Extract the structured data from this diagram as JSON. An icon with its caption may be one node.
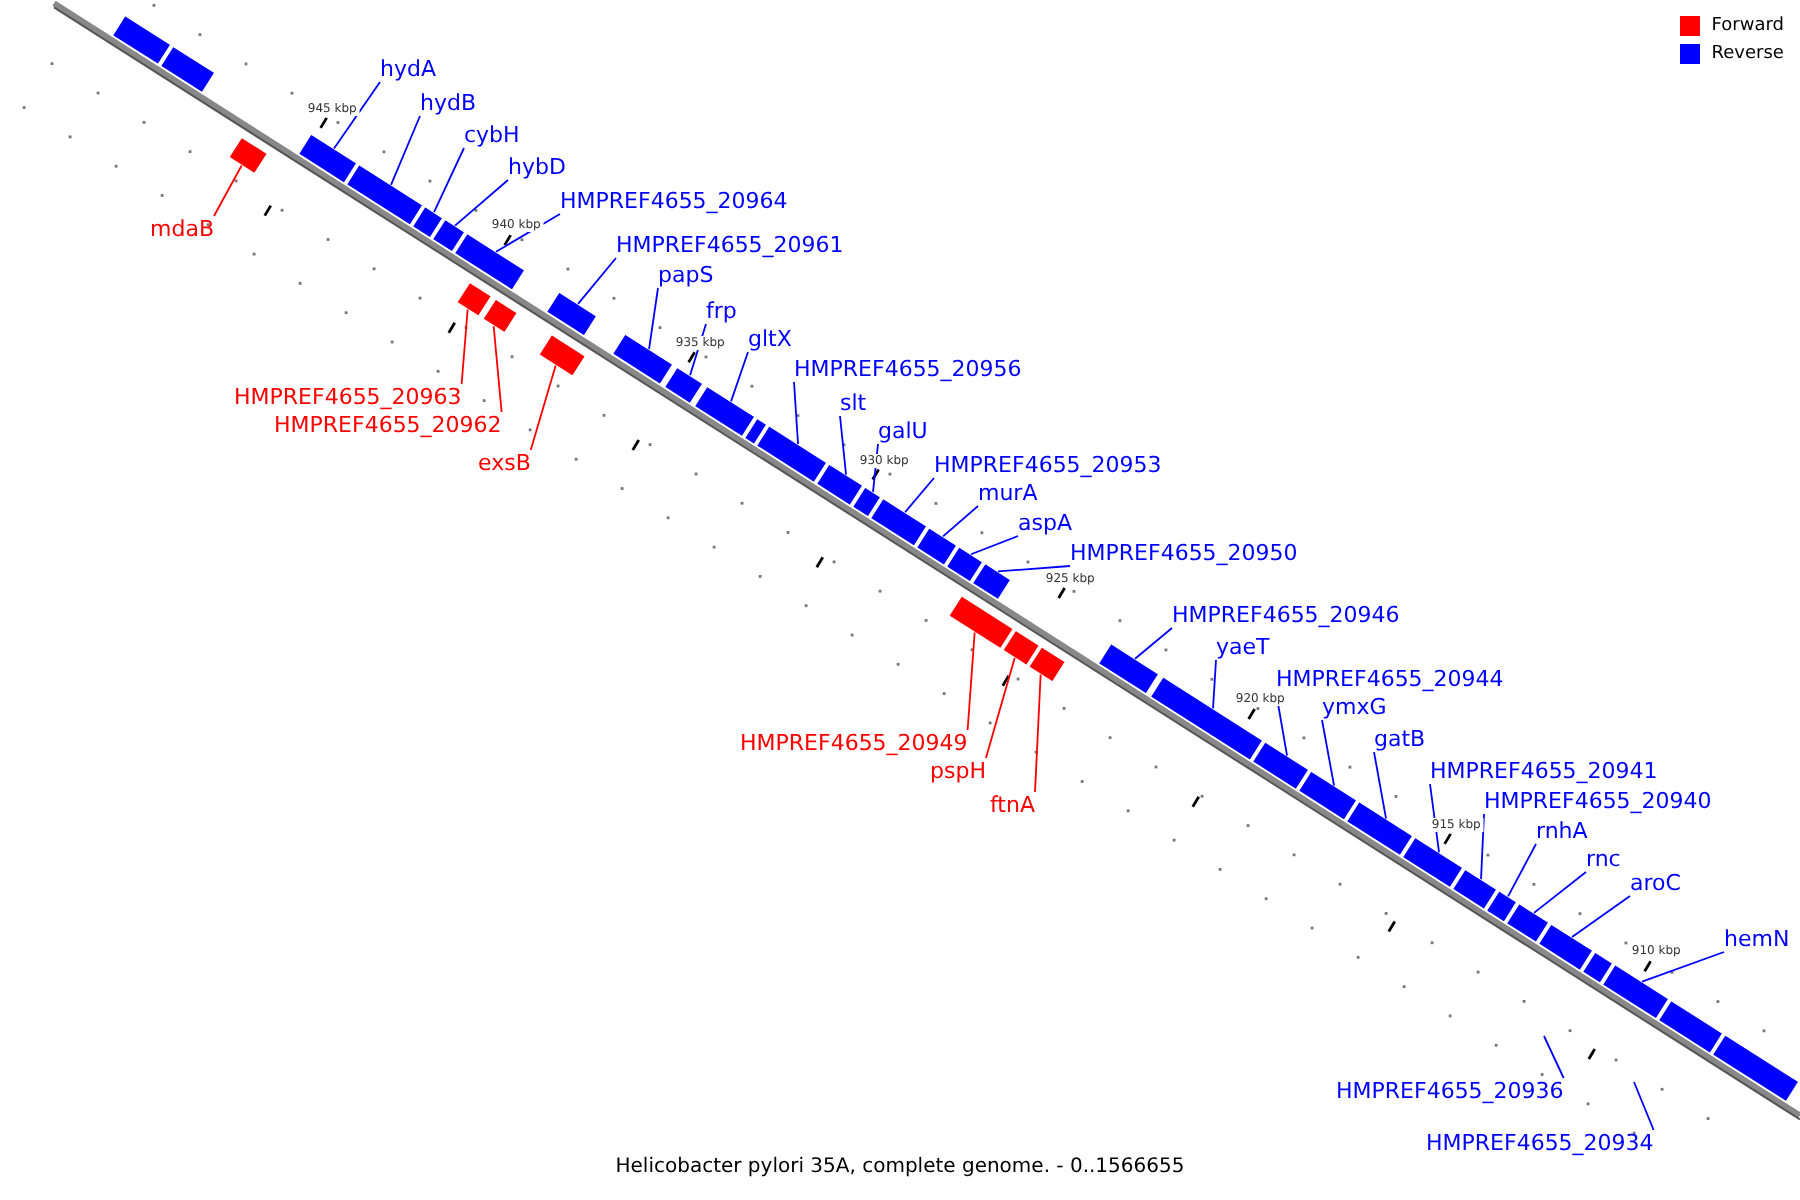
{
  "diagram": {
    "caption": "Helicobacter pylori 35A, complete genome. - 0..1566655",
    "nodes": [
      {
        "text": [],
        "shape": "bar"
      },
      {
        "text": [],
        "shape": "bar"
      },
      {
        "text": [
          "hydA"
        ]
      },
      {
        "text": [],
        "shape": "bar"
      },
      {
        "text": [
          "hydB"
        ]
      },
      {
        "text": [],
        "shape": "bar"
      },
      {
        "text": [
          "cybH"
        ]
      },
      {
        "text": [],
        "shape": "bar"
      },
      {
        "text": [
          "hybD"
        ]
      },
      {
        "text": [],
        "shape": "bar"
      },
      {
        "text": [
          "mdaB"
        ]
      },
      {
        "text": [],
        "shape": "bar"
      },
      {
        "text": [
          "HMPREF4655_20964"
        ]
      },
      {
        "text": [],
        "shape": "bar"
      },
      {
        "text": [
          "HMPREF4655_20961"
        ]
      },
      {
        "text": [],
        "shape": "bar"
      },
      {
        "text": [
          "papS"
        ]
      },
      {
        "text": [],
        "shape": "bar"
      },
      {
        "text": [
          "HMPREF4655_20963"
        ]
      },
      {
        "text": [],
        "shape": "bar"
      },
      {
        "text": [
          "HMPREF4655_20962"
        ]
      },
      {
        "text": [],
        "shape": "bar"
      },
      {
        "text": [
          "frp"
        ]
      },
      {
        "text": [],
        "shape": "bar"
      },
      {
        "text": [
          "exsB"
        ]
      },
      {
        "text": [],
        "shape": "bar"
      },
      {
        "text": [
          "gltX"
        ]
      },
      {
        "text": [],
        "shape": "bar"
      },
      {
        "text": [],
        "shape": "bar"
      },
      {
        "text": [
          "HMPREF4655_20956"
        ]
      },
      {
        "text": [],
        "shape": "bar"
      },
      {
        "text": [
          "slt"
        ]
      },
      {
        "text": [],
        "shape": "bar"
      },
      {
        "text": [
          "galU"
        ]
      },
      {
        "text": [],
        "shape": "bar"
      },
      {
        "text": [
          "HMPREF4655_20953"
        ]
      },
      {
        "text": [],
        "shape": "bar"
      },
      {
        "text": [
          "murA"
        ]
      },
      {
        "text": [],
        "shape": "bar"
      },
      {
        "text": [
          "aspA"
        ]
      },
      {
        "text": [],
        "shape": "bar"
      },
      {
        "text": [
          "HMPREF4655_20950"
        ]
      },
      {
        "text": [],
        "shape": "bar"
      },
      {
        "text": [
          "HMPREF4655_20946"
        ]
      },
      {
        "text": [],
        "shape": "bar"
      },
      {
        "text": [
          "yaeT"
        ]
      },
      {
        "text": [],
        "shape": "bar"
      },
      {
        "text": [
          "HMPREF4655_20949"
        ]
      },
      {
        "text": [],
        "shape": "bar"
      },
      {
        "text": [
          "pspH"
        ]
      },
      {
        "text": [],
        "shape": "bar"
      },
      {
        "text": [
          "ftnA"
        ]
      },
      {
        "text": [],
        "shape": "bar"
      },
      {
        "text": [
          "HMPREF4655_20944"
        ]
      },
      {
        "text": [],
        "shape": "bar"
      },
      {
        "text": [
          "ymxG"
        ]
      },
      {
        "text": [],
        "shape": "bar"
      },
      {
        "text": [
          "gatB"
        ]
      },
      {
        "text": [],
        "shape": "bar"
      },
      {
        "text": [
          "HMPREF4655_20941"
        ]
      },
      {
        "text": [],
        "shape": "bar"
      },
      {
        "text": [
          "HMPREF4655_20940"
        ]
      },
      {
        "text": [],
        "shape": "bar"
      },
      {
        "text": [
          "rnhA"
        ]
      },
      {
        "text": [],
        "shape": "bar"
      },
      {
        "text": [
          "rnc"
        ]
      },
      {
        "text": [],
        "shape": "bar"
      },
      {
        "text": [
          "aroC"
        ]
      },
      {
        "text": [],
        "shape": "bar"
      },
      {
        "text": [],
        "shape": "bar"
      },
      {
        "text": [
          "hemN"
        ]
      },
      {
        "text": [],
        "shape": "bar"
      },
      {
        "text": [],
        "shape": "bar"
      },
      {
        "text": [],
        "shape": "bar"
      },
      {
        "text": [
          "HMPREF4655_20936"
        ]
      },
      {
        "text": [
          "HMPREF4655_20934"
        ]
      }
    ],
    "edges": [
      {
        "from": 2,
        "to": 3,
        "arrow": "none"
      },
      {
        "from": 4,
        "to": 5,
        "arrow": "none"
      },
      {
        "from": 6,
        "to": 7,
        "arrow": "none"
      },
      {
        "from": 8,
        "to": 9,
        "arrow": "none"
      },
      {
        "from": 10,
        "to": 11,
        "arrow": "none",
        "color": "#ff0000"
      },
      {
        "from": 12,
        "to": 13,
        "arrow": "none"
      },
      {
        "from": 14,
        "to": 15,
        "arrow": "none"
      },
      {
        "from": 16,
        "to": 17,
        "arrow": "none"
      },
      {
        "from": 18,
        "to": 19,
        "arrow": "none",
        "color": "#ff0000"
      },
      {
        "from": 20,
        "to": 21,
        "arrow": "none",
        "color": "#ff0000"
      },
      {
        "from": 22,
        "to": 23,
        "arrow": "none"
      },
      {
        "from": 24,
        "to": 25,
        "arrow": "none",
        "color": "#ff0000"
      },
      {
        "from": 26,
        "to": 27,
        "arrow": "none"
      },
      {
        "from": 29,
        "to": 30,
        "arrow": "none"
      },
      {
        "from": 31,
        "to": 32,
        "arrow": "none"
      },
      {
        "from": 33,
        "to": 34,
        "arrow": "none"
      },
      {
        "from": 35,
        "to": 36,
        "arrow": "none"
      },
      {
        "from": 37,
        "to": 38,
        "arrow": "none"
      },
      {
        "from": 39,
        "to": 40,
        "arrow": "none"
      },
      {
        "from": 41,
        "to": 42,
        "arrow": "none"
      },
      {
        "from": 43,
        "to": 44,
        "arrow": "none"
      },
      {
        "from": 45,
        "to": 46,
        "arrow": "none"
      },
      {
        "from": 47,
        "to": 48,
        "arrow": "none",
        "color": "#ff0000"
      },
      {
        "from": 49,
        "to": 50,
        "arrow": "none",
        "color": "#ff0000"
      },
      {
        "from": 51,
        "to": 52,
        "arrow": "none",
        "color": "#ff0000"
      },
      {
        "from": 53,
        "to": 54,
        "arrow": "none"
      },
      {
        "from": 55,
        "to": 56,
        "arrow": "none"
      },
      {
        "from": 57,
        "to": 58,
        "arrow": "none"
      },
      {
        "from": 59,
        "to": 60,
        "arrow": "none"
      },
      {
        "from": 61,
        "to": 62,
        "arrow": "none"
      },
      {
        "from": 63,
        "to": 64,
        "arrow": "none"
      },
      {
        "from": 65,
        "to": 66,
        "arrow": "none"
      },
      {
        "from": 67,
        "to": 68,
        "arrow": "none"
      },
      {
        "from": 70,
        "to": 71,
        "arrow": "none"
      },
      {
        "from": 74,
        "to": null,
        "arrow": "none"
      },
      {
        "from": 75,
        "to": null,
        "arrow": "none"
      }
    ],
    "labels": [
      "945 kbp",
      "940 kbp",
      "935 kbp",
      "930 kbp",
      "925 kbp",
      "920 kbp",
      "915 kbp",
      "910 kbp"
    ],
    "legend": [
      {
        "text": "Forward",
        "color": "#ff0000"
      },
      {
        "text": "Reverse",
        "color": "#0000ff"
      }
    ]
  }
}
